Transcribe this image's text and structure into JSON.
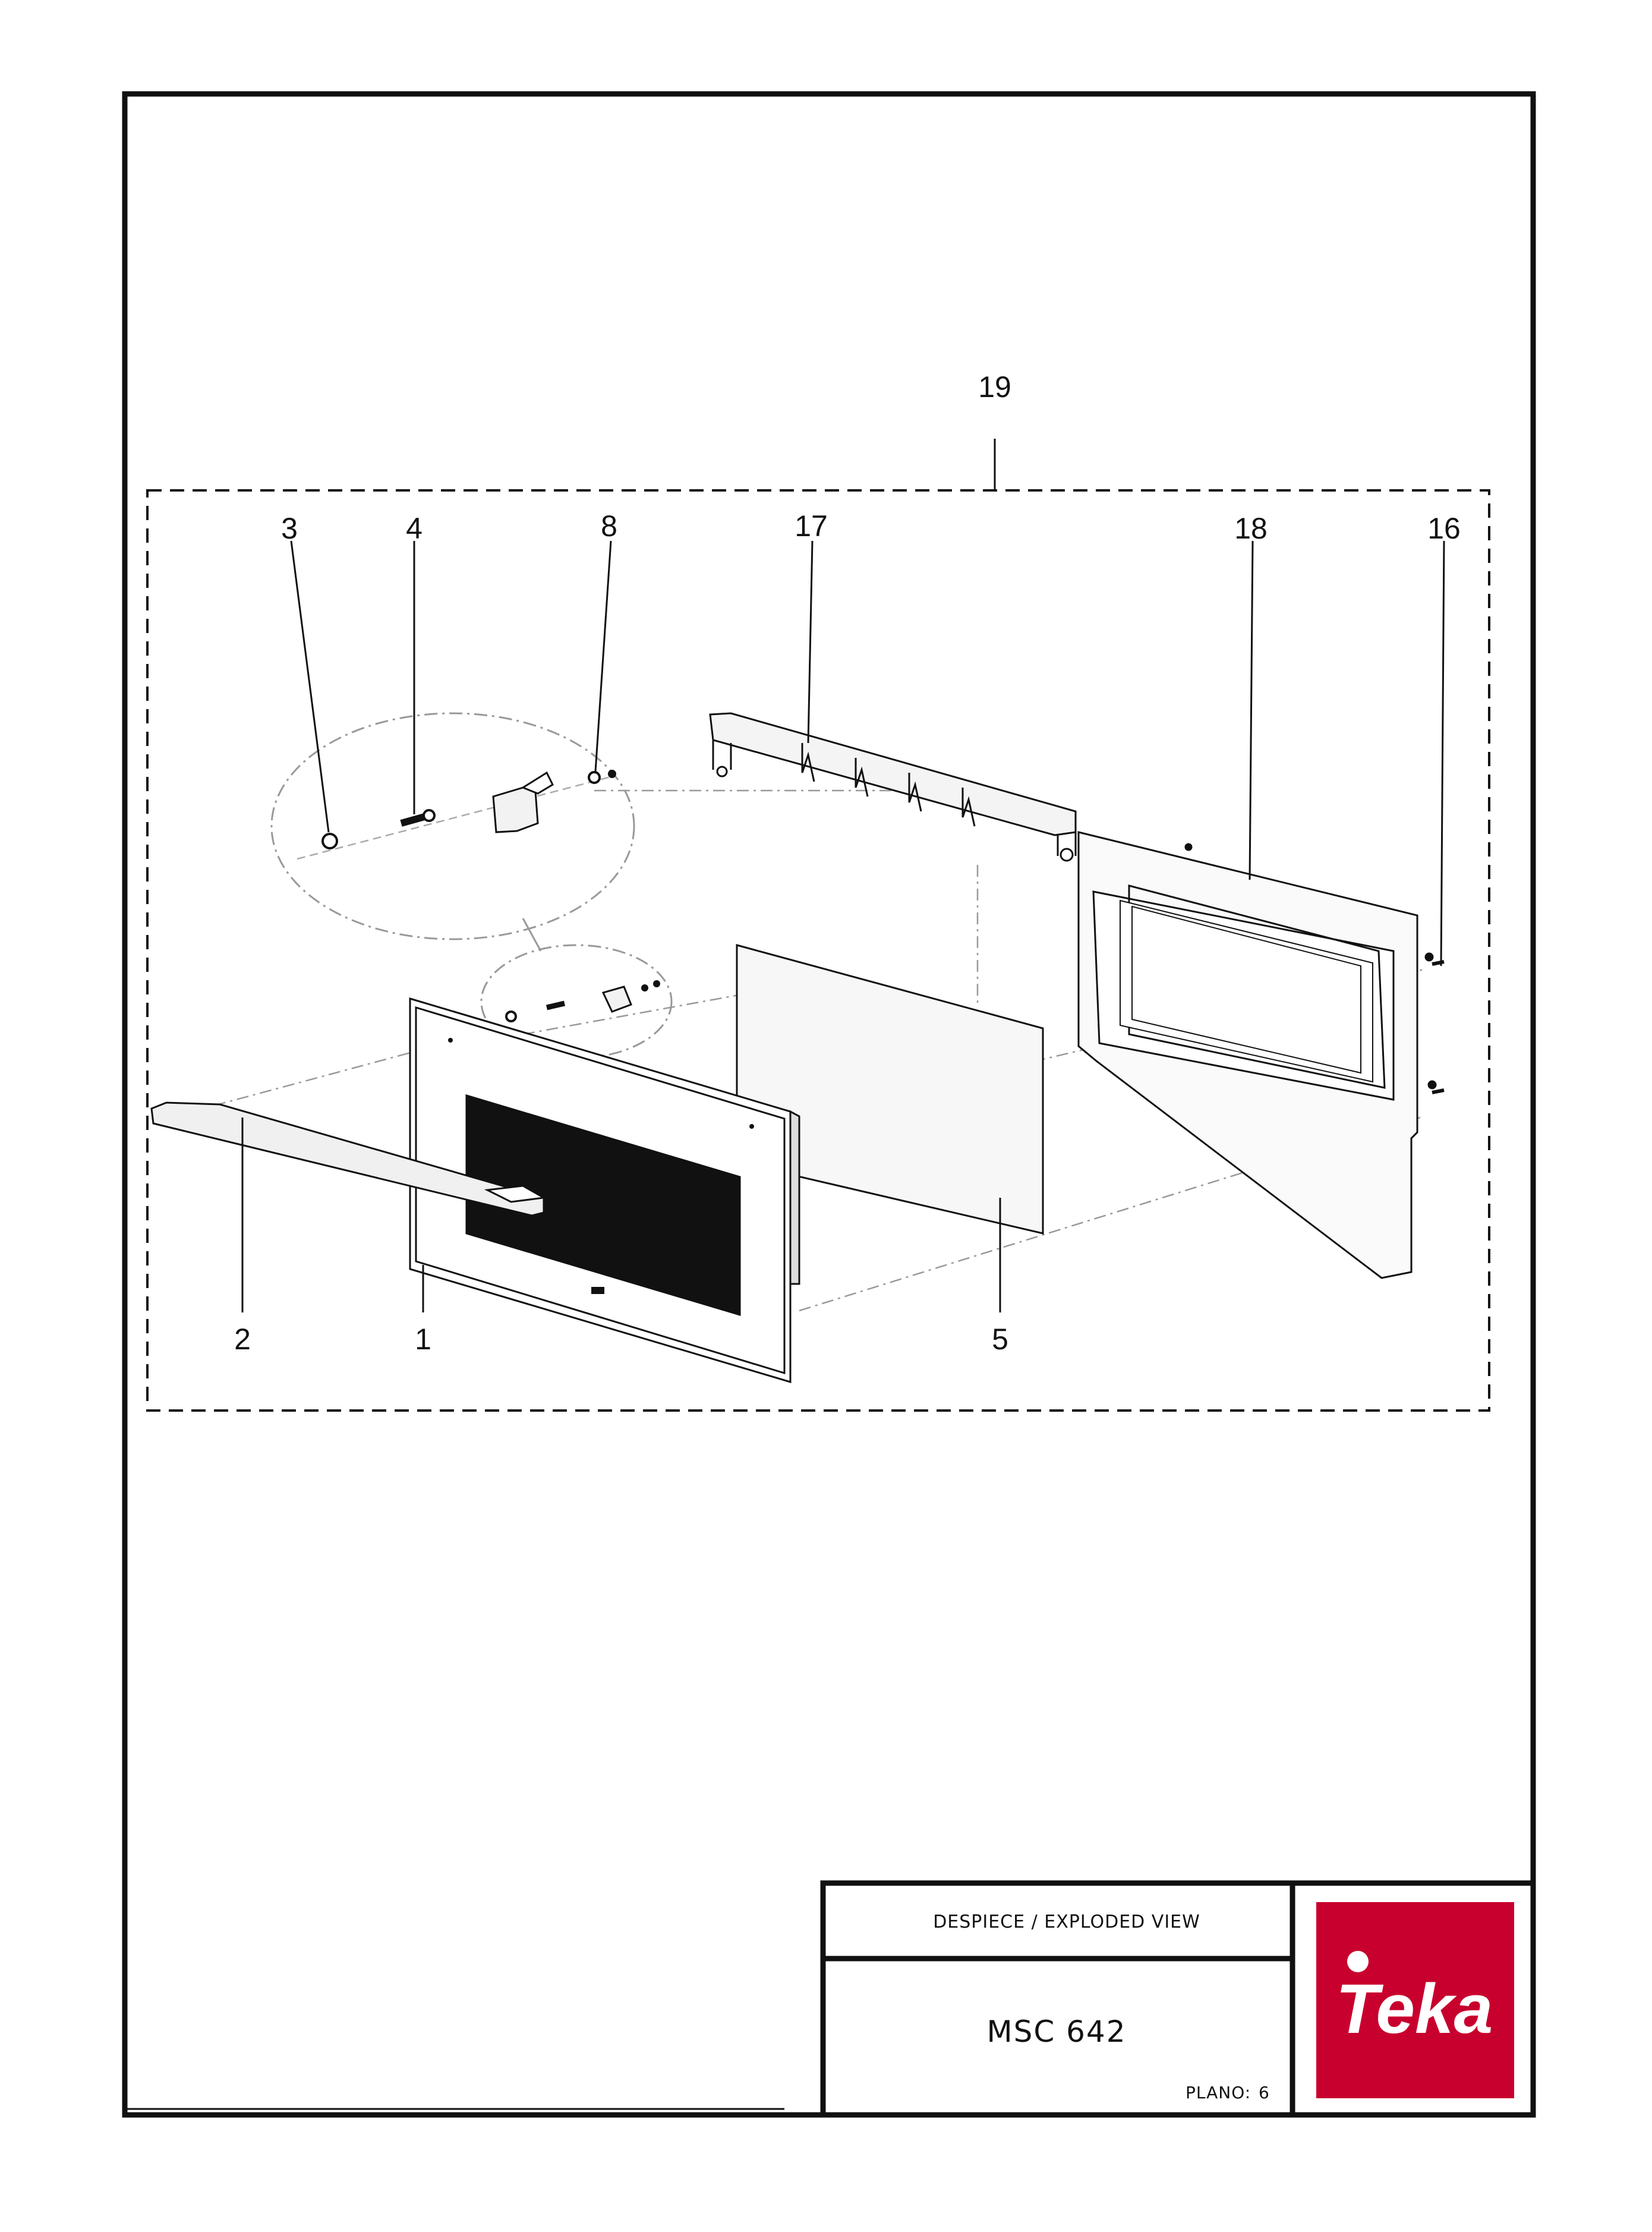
{
  "callouts": [
    {
      "id": "19",
      "label": "19"
    },
    {
      "id": "3",
      "label": "3"
    },
    {
      "id": "4",
      "label": "4"
    },
    {
      "id": "8",
      "label": "8"
    },
    {
      "id": "17",
      "label": "17"
    },
    {
      "id": "18",
      "label": "18"
    },
    {
      "id": "16",
      "label": "16"
    },
    {
      "id": "2",
      "label": "2"
    },
    {
      "id": "1",
      "label": "1"
    },
    {
      "id": "5",
      "label": "5"
    }
  ],
  "title_block": {
    "heading": "DESPIECE / EXPLODED VIEW",
    "model": "MSC 642",
    "plano_label": "PLANO:",
    "plano_number": "6"
  },
  "logo": {
    "text": "Teka",
    "background_color": "#C8002D",
    "text_color": "#FFFFFF"
  },
  "colors": {
    "line": "#111111",
    "dash_line": "#888888",
    "panel_dark": "#111111"
  }
}
